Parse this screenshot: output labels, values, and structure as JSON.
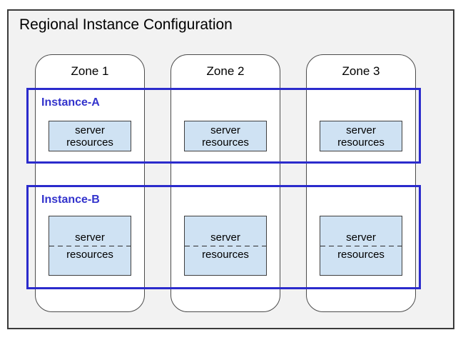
{
  "title": "Regional Instance Configuration",
  "zones": [
    {
      "label": "Zone 1"
    },
    {
      "label": "Zone 2"
    },
    {
      "label": "Zone 3"
    }
  ],
  "instances": [
    {
      "label": "Instance-A",
      "resources": [
        {
          "line1": "server",
          "line2": "resources"
        },
        {
          "line1": "server",
          "line2": "resources"
        },
        {
          "line1": "server",
          "line2": "resources"
        }
      ]
    },
    {
      "label": "Instance-B",
      "divider": "dashed",
      "resources": [
        {
          "line1": "server",
          "line2": "resources"
        },
        {
          "line1": "server",
          "line2": "resources"
        },
        {
          "line1": "server",
          "line2": "resources"
        }
      ]
    }
  ],
  "colors": {
    "region_fill": "#f2f2f2",
    "zone_fill": "#ffffff",
    "instance_border": "#2b2bcc",
    "instance_label": "#3333cc",
    "server_box_fill": "#cfe2f3",
    "outline": "#3a3a3a"
  }
}
